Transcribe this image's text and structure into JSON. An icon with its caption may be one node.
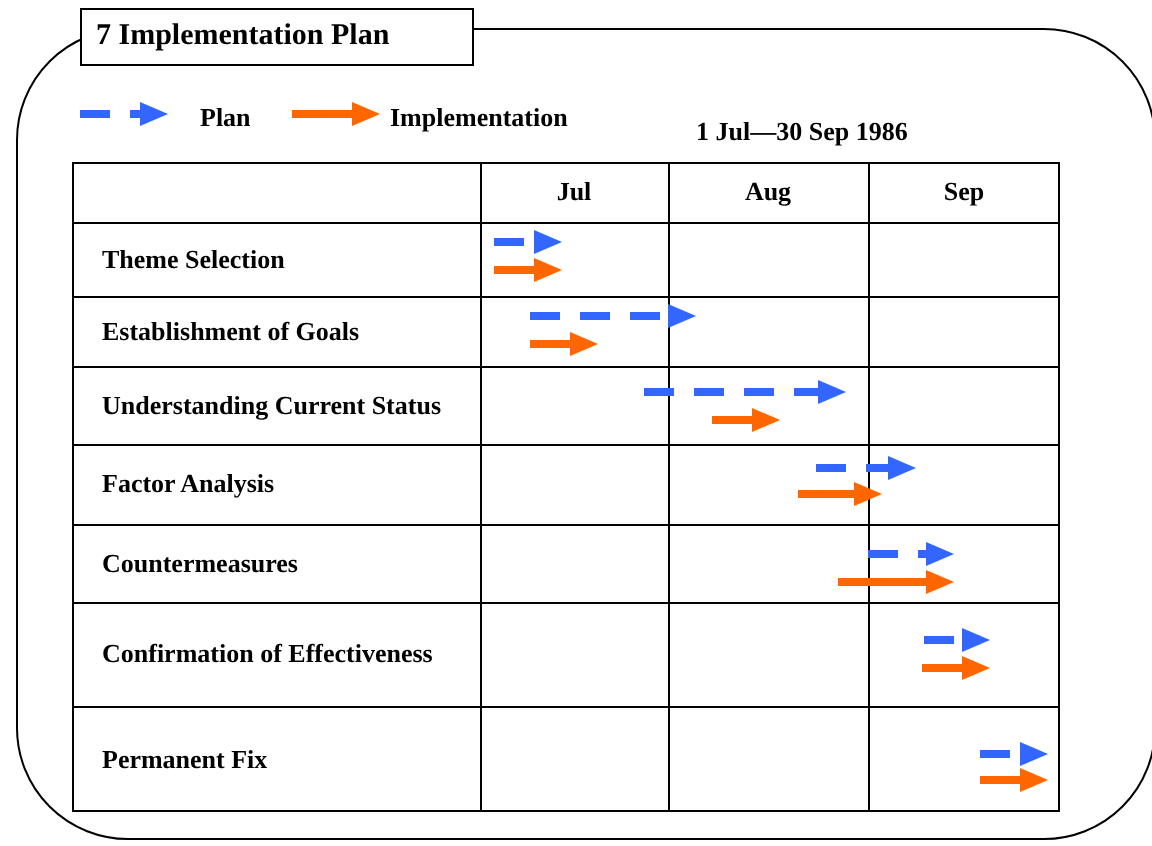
{
  "diagram": {
    "title": "7 Implementation Plan",
    "legend": [
      {
        "text": "Plan"
      },
      {
        "text": "Implementation"
      }
    ],
    "labels": [
      "1 Jul—30 Sep 1986",
      "Jul",
      "Aug",
      "Sep",
      "Theme Selection",
      "Establishment of Goals",
      "Understanding Current Status",
      "Factor Analysis",
      "Countermeasures",
      "Confirmation of Effectiveness",
      "Permanent Fix"
    ]
  }
}
